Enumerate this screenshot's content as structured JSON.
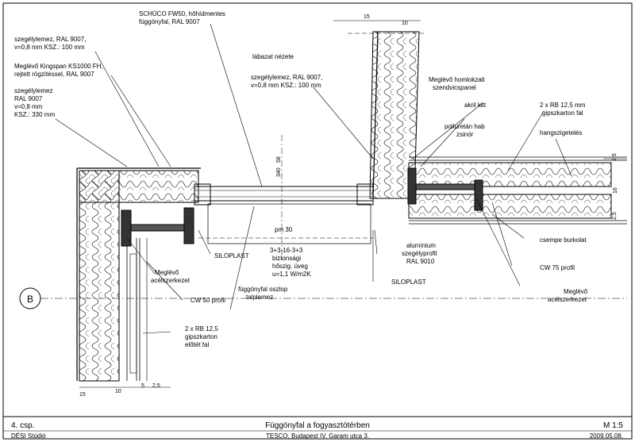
{
  "annotations": {
    "schuco": [
      "SCHÜCO FW50, hőhídmentes",
      "függönyfal, RAL 9007"
    ],
    "szegely_top": [
      "szegélylemez, RAL 9007,",
      "v=0,8 mm KSZ.: 100 mm"
    ],
    "kingspan": [
      "Meglévő Kingspan KS1000 FH,",
      "rejtett rögzítéssel, RAL 9007"
    ],
    "szegely_left": [
      "szegélylemez",
      "RAL 9007",
      "v=0,8 mm",
      "KSZ.: 330 mm"
    ],
    "labazat": "lábazat nézete",
    "szegely_mid": [
      "szegélylemez, RAL 9007,",
      "v=0,8 mm KSZ.: 100 mm"
    ],
    "homlokzati": [
      "Meglévő homlokzati",
      "szendvicspanel"
    ],
    "akril": "akril kitt",
    "poliuretan": [
      "poliuretán hab",
      "zsinór"
    ],
    "gipszkarton_right": [
      "2 x RB 12,5 mm",
      "gipszkarton fal"
    ],
    "hangszigeteles": "hangszigetelés",
    "siloplast_left": "SILOPLAST",
    "uveg": [
      "3+3-16-3+3",
      "biztonsági",
      "hőszig. üveg",
      "u=1,1 W/m2K"
    ],
    "aluminium": [
      "alumínium",
      "szegélyprofil",
      "RAL 9010"
    ],
    "csempe": "csempe burkolat",
    "cw75": "CW 75 profil",
    "acelszerkezet_left": [
      "Meglévő",
      "acélszerkezet"
    ],
    "cw50": "CW 50 profil",
    "oszlop": [
      "függönyfal oszlop",
      "talplemez"
    ],
    "siloplast_right": "SILOPLAST",
    "acelszerkezet_right": [
      "Meglévő",
      "acélszerkezet"
    ],
    "gipszkarton_left": [
      "2 x RB 12,5",
      "gipszkarton",
      "előtét fal"
    ],
    "pm": "pm 30",
    "axis": "B"
  },
  "dimensions": {
    "top": [
      "15",
      "10"
    ],
    "bottom": [
      "15",
      "10",
      "5",
      "2,5"
    ],
    "vertical_mid": [
      "58",
      "340"
    ],
    "right": [
      "2,5",
      "16",
      "2,5"
    ]
  },
  "title_block": {
    "sheet": "4. csp.",
    "title": "Függönyfal a fogyasztótérben",
    "scale": "M 1:5",
    "studio": "DÉSI Stúdió",
    "project": "TESCO, Budapest IV. Garam utca 3.",
    "date": "2009.05.08."
  }
}
